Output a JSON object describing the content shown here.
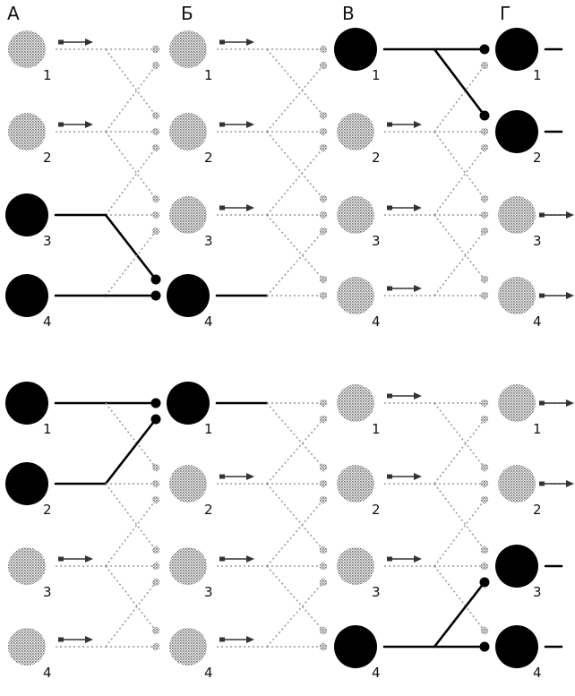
{
  "column_headers": [
    "А",
    "Б",
    "В",
    "Г"
  ],
  "neuron_labels": [
    "1",
    "2",
    "3",
    "4"
  ],
  "colors": {
    "active": "#000000",
    "inactive": "#9a9a9a",
    "background": "#ffffff"
  },
  "panels": [
    {
      "name": "top",
      "active": {
        "A": [
          false,
          false,
          true,
          true
        ],
        "B": [
          false,
          false,
          false,
          true
        ],
        "V": [
          true,
          false,
          false,
          false
        ],
        "G": [
          true,
          true,
          false,
          false
        ]
      }
    },
    {
      "name": "bottom",
      "active": {
        "A": [
          true,
          true,
          false,
          false
        ],
        "B": [
          true,
          false,
          false,
          false
        ],
        "V": [
          false,
          false,
          false,
          true
        ],
        "G": [
          false,
          false,
          true,
          true
        ]
      }
    }
  ]
}
